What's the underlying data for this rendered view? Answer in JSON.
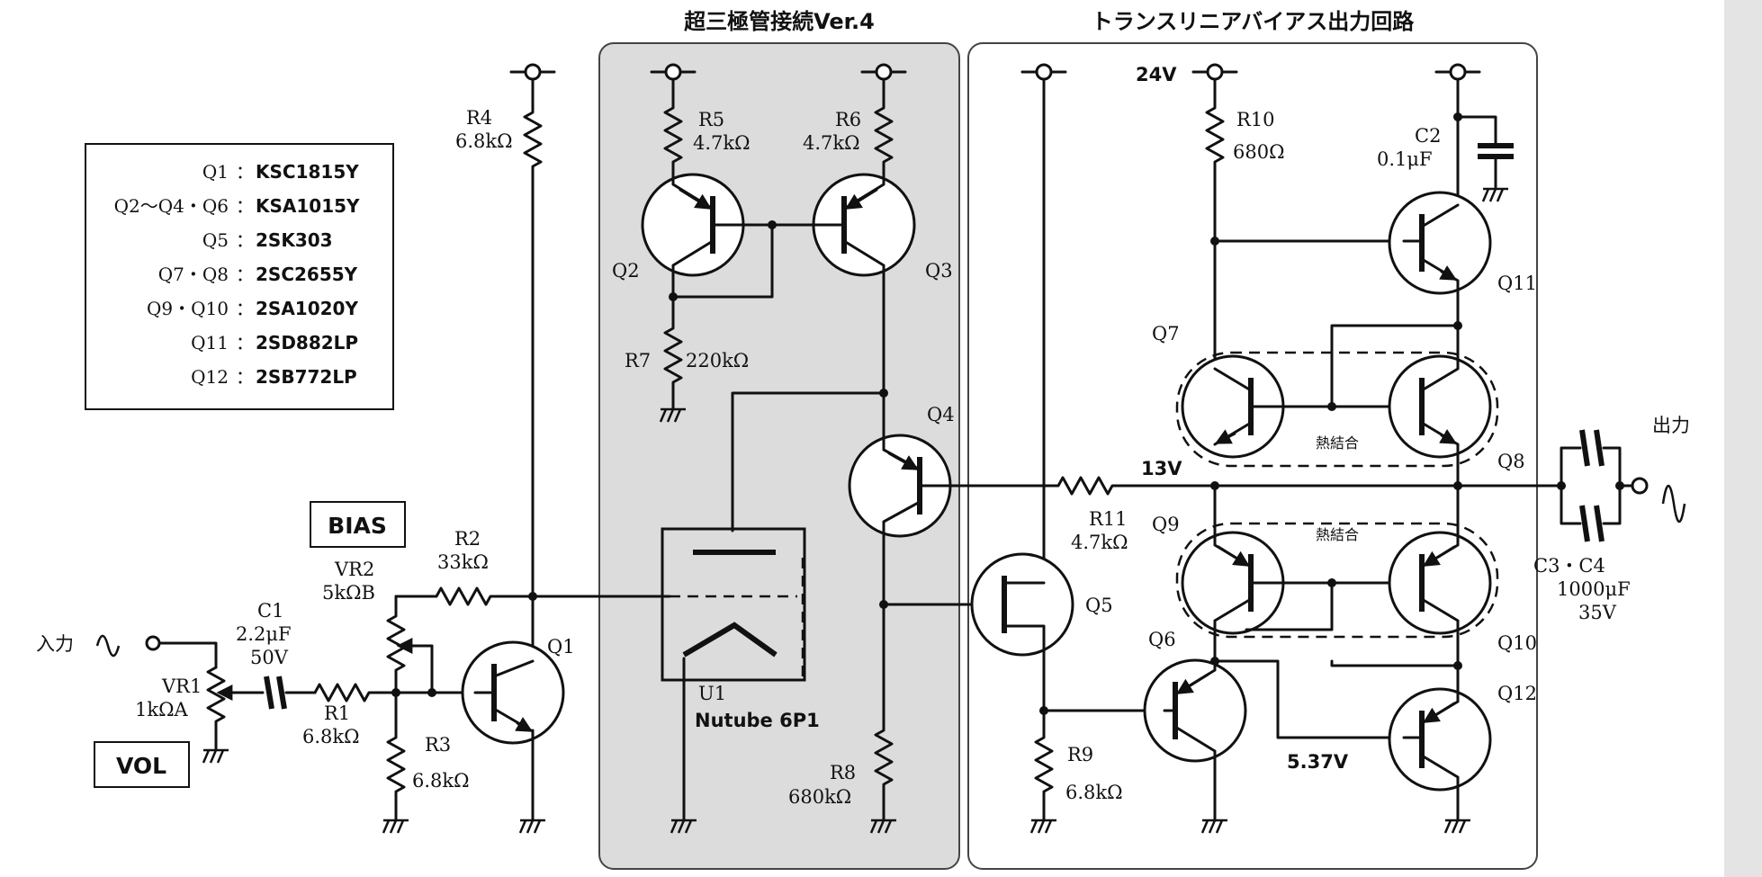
{
  "titles": {
    "left_box": "超三極管接続Ver.4",
    "right_box": "トランスリニアバイアス出力回路"
  },
  "parts_legend": [
    {
      "ref": "Q1",
      "part": "KSC1815Y"
    },
    {
      "ref": "Q2～Q4・Q6",
      "part": "KSA1015Y"
    },
    {
      "ref": "Q5",
      "part": "2SK303"
    },
    {
      "ref": "Q7・Q8",
      "part": "2SC2655Y"
    },
    {
      "ref": "Q9・Q10",
      "part": "2SA1020Y"
    },
    {
      "ref": "Q11",
      "part": "2SD882LP"
    },
    {
      "ref": "Q12",
      "part": "2SB772LP"
    }
  ],
  "legend_sep": "：",
  "labels": {
    "input": "入力",
    "output": "出力",
    "bias_box": "BIAS",
    "vol_box": "VOL",
    "thermal": "熱結合",
    "nutube_ref": "U1",
    "nutube_name": "Nutube 6P1",
    "v24": "24V",
    "v13": "13V",
    "v537": "5.37V"
  },
  "components": {
    "R1": {
      "ref": "R1",
      "value": "6.8kΩ"
    },
    "R2": {
      "ref": "R2",
      "value": "33kΩ"
    },
    "R3": {
      "ref": "R3",
      "value": "6.8kΩ"
    },
    "R4": {
      "ref": "R4",
      "value": "6.8kΩ"
    },
    "R5": {
      "ref": "R5",
      "value": "4.7kΩ"
    },
    "R6": {
      "ref": "R6",
      "value": "4.7kΩ"
    },
    "R7": {
      "ref": "R7",
      "value": "220kΩ"
    },
    "R8": {
      "ref": "R8",
      "value": "680kΩ"
    },
    "R9": {
      "ref": "R9",
      "value": "6.8kΩ"
    },
    "R10": {
      "ref": "R10",
      "value": "680Ω"
    },
    "R11": {
      "ref": "R11",
      "value": "4.7kΩ"
    },
    "VR1": {
      "ref": "VR1",
      "value": "1kΩA"
    },
    "VR2": {
      "ref": "VR2",
      "value": "5kΩB"
    },
    "C1": {
      "ref": "C1",
      "value": "2.2μF",
      "rating": "50V"
    },
    "C2": {
      "ref": "C2",
      "value": "0.1μF"
    },
    "C3C4": {
      "ref": "C3・C4",
      "value": "1000μF",
      "rating": "35V"
    }
  },
  "transistors": {
    "Q1": "Q1",
    "Q2": "Q2",
    "Q3": "Q3",
    "Q4": "Q4",
    "Q5": "Q5",
    "Q6": "Q6",
    "Q7": "Q7",
    "Q8": "Q8",
    "Q9": "Q9",
    "Q10": "Q10",
    "Q11": "Q11",
    "Q12": "Q12"
  }
}
